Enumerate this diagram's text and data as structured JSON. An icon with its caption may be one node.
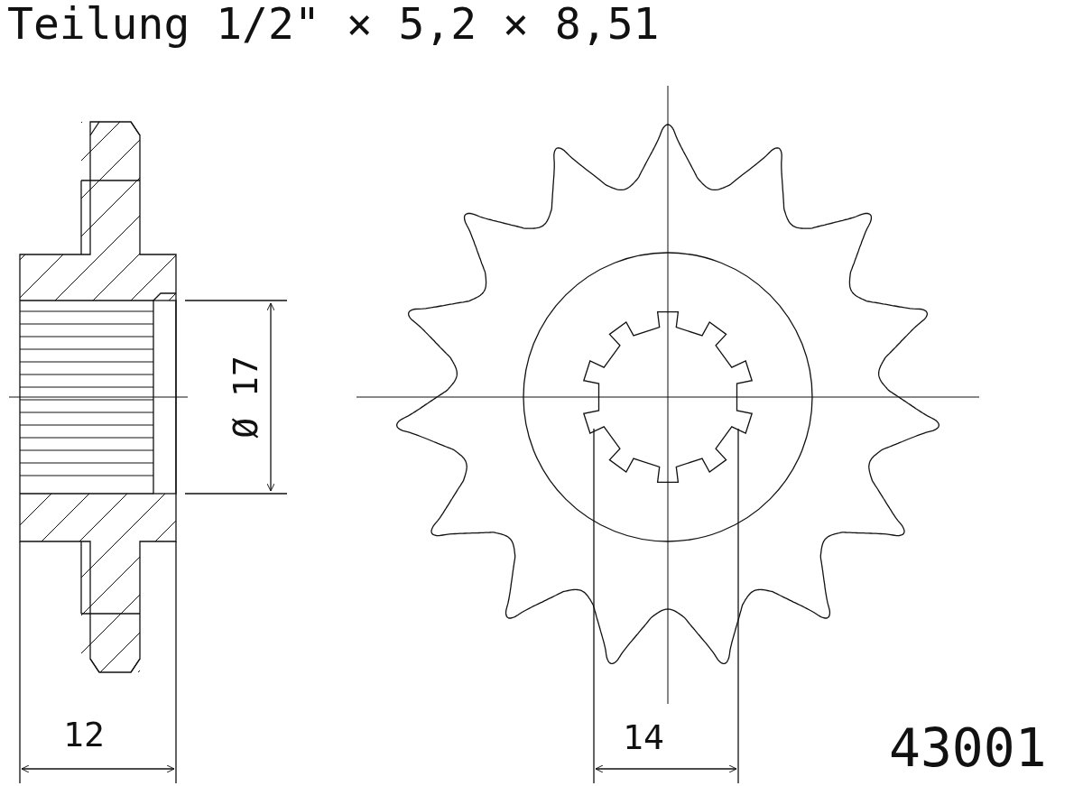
{
  "diagram": {
    "title": "Teilung 1/2\" × 5,2 × 8,51",
    "labels": [
      "Ø 17",
      "12",
      "14",
      "43001"
    ]
  }
}
